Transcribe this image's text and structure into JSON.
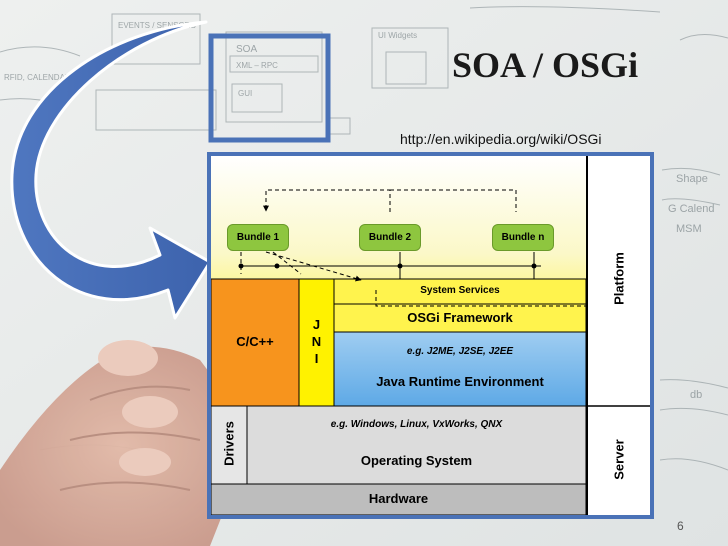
{
  "slide": {
    "title": "SOA / OSGi",
    "url": "http://en.wikipedia.org/wiki/OSGi",
    "page_number": "6"
  },
  "sketch": {
    "label_soa": "SOA",
    "label_xml": "XML – RPC",
    "label_gui": "GUI",
    "label_ui": "UI Widgets",
    "label_events": "EVENTS / SENSORS",
    "label_rfid": "RFID, CALENDAR",
    "label_shape": "Shape",
    "label_cal": "G Calend",
    "label_msm": "MSM",
    "label_db": "db"
  },
  "diagram": {
    "bundles": [
      "Bundle 1",
      "Bundle 2",
      "Bundle n"
    ],
    "system_services": "System Services",
    "osgi_framework": "OSGi Framework",
    "cpp": "C/C++",
    "jni": [
      "J",
      "N",
      "I"
    ],
    "jre_examples": "e.g. J2ME, J2SE, J2EE",
    "jre": "Java Runtime Environment",
    "os_examples": "e.g. Windows, Linux, VxWorks, QNX",
    "os": "Operating System",
    "drivers": "Drivers",
    "hardware": "Hardware",
    "platform": "Platform",
    "server": "Server"
  },
  "colors": {
    "frame_blue": "#4a72b7",
    "bundle_green": "#8ec63f",
    "framework_yellow": "#fff200",
    "cpp_orange": "#f7941d",
    "jre_blue": "#6fb5ea",
    "os_gray": "#dcdcdc",
    "hardware_gray": "#bdbdbd"
  }
}
